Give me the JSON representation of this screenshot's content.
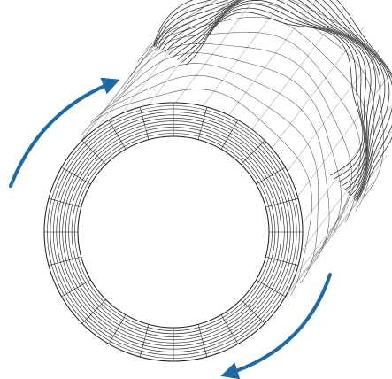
{
  "figure": {
    "type": "wireframe-tube-diagram",
    "colors": {
      "background": "#ffffff",
      "mesh": "#1a1a1a",
      "arrow": "#1f6aa5"
    },
    "icons": {
      "upper_arrow": "curved-arrow-up-right-icon",
      "lower_arrow": "curved-arrow-down-left-icon"
    },
    "mesh": {
      "shell_count": 12,
      "radial_segments": 24,
      "wave_crests": 6
    }
  }
}
